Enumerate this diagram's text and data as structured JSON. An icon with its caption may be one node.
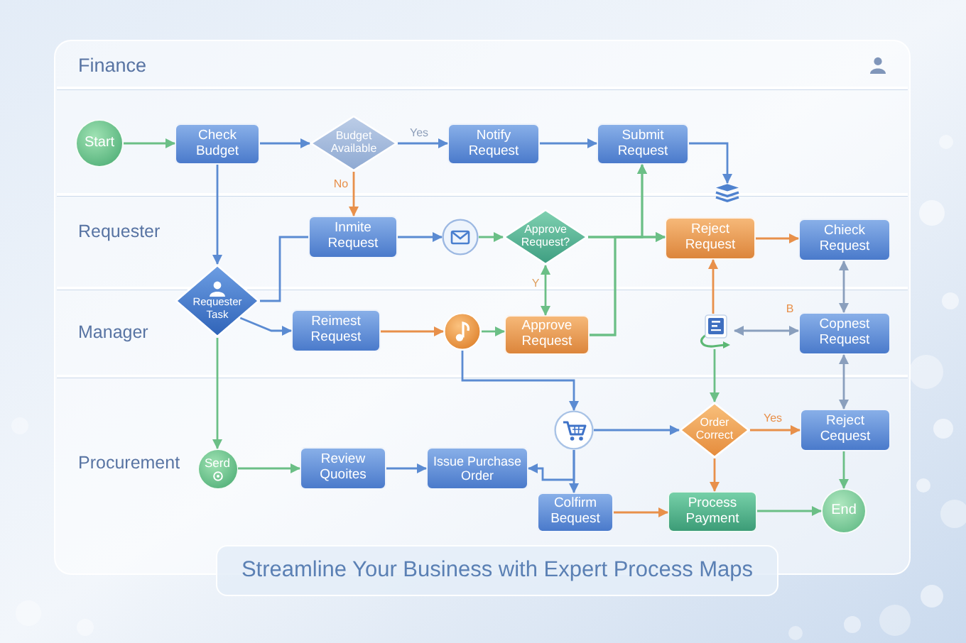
{
  "diagram": {
    "title": "Streamline Your Business with Expert Process Maps",
    "nodes": [
      {
        "text": [
          "Start"
        ]
      },
      {
        "text": [
          "Check Budget"
        ]
      },
      {
        "text": [
          "Budget Available"
        ]
      },
      {
        "text": [
          "Notify Request"
        ]
      },
      {
        "text": [
          "Submit Request"
        ]
      },
      {
        "text": [],
        "shape": "picture"
      },
      {
        "text": [
          "Inmite Request"
        ]
      },
      {
        "text": [],
        "shape": "picture"
      },
      {
        "text": [
          "Approve Request?"
        ]
      },
      {
        "text": [
          "Reject Request"
        ]
      },
      {
        "text": [
          "Chieck Request"
        ]
      },
      {
        "text": [
          "Requester Task"
        ]
      },
      {
        "text": [
          "Reimest Request"
        ]
      },
      {
        "text": [],
        "shape": "picture"
      },
      {
        "text": [
          "Approve Request"
        ]
      },
      {
        "text": [],
        "shape": "picture"
      },
      {
        "text": [
          "Copnest Request"
        ]
      },
      {
        "text": [],
        "shape": "picture"
      },
      {
        "text": [
          "Order Correct"
        ]
      },
      {
        "text": [
          "Reject Cequest"
        ]
      },
      {
        "text": [
          "Serd"
        ]
      },
      {
        "text": [
          "Review Quoites"
        ]
      },
      {
        "text": [
          "Issue Purchase Order"
        ]
      },
      {
        "text": [
          "Colfirm Bequest"
        ]
      },
      {
        "text": [
          "Process Payment"
        ]
      },
      {
        "text": [
          "End"
        ]
      }
    ],
    "edges": [
      {
        "from": 0,
        "to": 1,
        "arrow": "to",
        "color": "#6bbf86"
      },
      {
        "from": 1,
        "to": 2,
        "arrow": "to"
      },
      {
        "from": 2,
        "to": 3,
        "arrow": "to",
        "label": "Yes"
      },
      {
        "from": 3,
        "to": 4,
        "arrow": "to"
      },
      {
        "from": 4,
        "to": 5,
        "arrow": "to"
      },
      {
        "from": 2,
        "to": 6,
        "arrow": "to",
        "label": "No",
        "color": "#e8904a"
      },
      {
        "from": 1,
        "to": 11,
        "arrow": "to"
      },
      {
        "from": 11,
        "to": 6,
        "arrow": "none"
      },
      {
        "from": 6,
        "to": 7,
        "arrow": "to"
      },
      {
        "from": 7,
        "to": 8,
        "arrow": "to",
        "color": "#6bbf86"
      },
      {
        "from": 8,
        "to": 9,
        "arrow": "to",
        "color": "#6bbf86"
      },
      {
        "from": 8,
        "to": 4,
        "arrow": "to",
        "color": "#6bbf86"
      },
      {
        "from": 14,
        "to": 9,
        "arrow": "to",
        "color": "#6bbf86"
      },
      {
        "from": 14,
        "to": 4,
        "arrow": "to",
        "color": "#6bbf86"
      },
      {
        "from": 8,
        "to": 14,
        "arrow": "both",
        "label": "Y",
        "color": "#6bbf86"
      },
      {
        "from": 11,
        "to": 12,
        "arrow": "to"
      },
      {
        "from": 12,
        "to": 13,
        "arrow": "to",
        "color": "#e8904a"
      },
      {
        "from": 13,
        "to": 14,
        "arrow": "to",
        "color": "#6bbf86"
      },
      {
        "from": 13,
        "to": 17,
        "arrow": "to"
      },
      {
        "from": 15,
        "to": 9,
        "arrow": "to",
        "color": "#e8904a"
      },
      {
        "from": 15,
        "to": 16,
        "arrow": "both",
        "label": "B",
        "color": "#8a9fbd"
      },
      {
        "from": 9,
        "to": 10,
        "arrow": "to",
        "color": "#e8904a"
      },
      {
        "from": 10,
        "to": 16,
        "arrow": "both",
        "color": "#8a9fbd"
      },
      {
        "from": 16,
        "to": 19,
        "arrow": "both",
        "color": "#8a9fbd"
      },
      {
        "from": 17,
        "to": 18,
        "arrow": "to"
      },
      {
        "from": 15,
        "to": 18,
        "arrow": "to",
        "color": "#6bbf86"
      },
      {
        "from": 18,
        "to": 19,
        "arrow": "to",
        "label": "Yes",
        "color": "#e8904a"
      },
      {
        "from": 18,
        "to": 24,
        "arrow": "to",
        "color": "#e8904a"
      },
      {
        "from": 19,
        "to": 25,
        "arrow": "to",
        "color": "#6bbf86"
      },
      {
        "from": 24,
        "to": 25,
        "arrow": "to",
        "color": "#6bbf86"
      },
      {
        "from": 11,
        "to": 20,
        "arrow": "to",
        "color": "#6bbf86"
      },
      {
        "from": 20,
        "to": 21,
        "arrow": "to",
        "color": "#6bbf86"
      },
      {
        "from": 21,
        "to": 22,
        "arrow": "to"
      },
      {
        "from": 17,
        "to": 23,
        "arrow": "to"
      },
      {
        "from": 17,
        "to": 22,
        "arrow": "to"
      },
      {
        "from": 23,
        "to": 24,
        "arrow": "to",
        "color": "#e8904a"
      }
    ],
    "labels": [
      "Finance",
      "Requester",
      "Manager",
      "Procurement"
    ]
  }
}
